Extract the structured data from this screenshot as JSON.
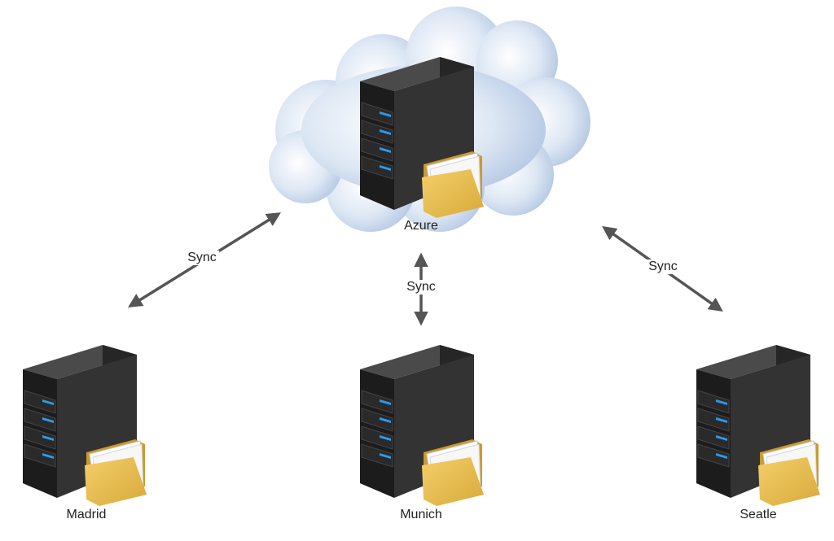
{
  "nodes": [
    {
      "id": "azure",
      "label": "Azure",
      "icon": "server-icon",
      "in_cloud": true
    },
    {
      "id": "madrid",
      "label": "Madrid",
      "icon": "server-icon"
    },
    {
      "id": "munich",
      "label": "Munich",
      "icon": "server-icon"
    },
    {
      "id": "seatle",
      "label": "Seatle",
      "icon": "server-icon"
    }
  ],
  "edges": [
    {
      "from": "azure",
      "to": "madrid",
      "label": "Sync",
      "bidirectional": true
    },
    {
      "from": "azure",
      "to": "munich",
      "label": "Sync",
      "bidirectional": true
    },
    {
      "from": "azure",
      "to": "seatle",
      "label": "Sync",
      "bidirectional": true
    }
  ],
  "colors": {
    "cloud": "#c3d3ea",
    "server_body": "#2e2e2e",
    "server_led": "#2e9ae6",
    "folder": "#e6b84a",
    "arrow": "#555555"
  }
}
